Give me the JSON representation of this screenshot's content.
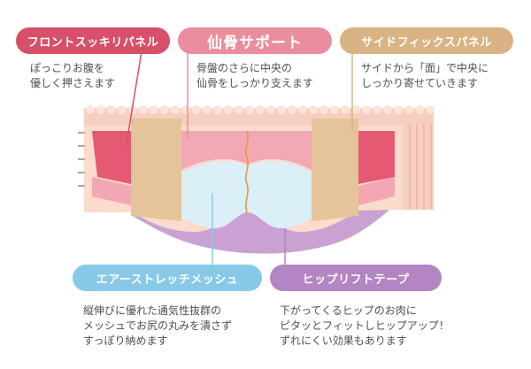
{
  "colors": {
    "front": "#d84f69",
    "sacrum": "#ea8d9c",
    "side": "#d9b383",
    "mesh": "#89c9e8",
    "hip": "#b385c2",
    "skin": "#f9d8c9",
    "pink_panel": "#e55a72",
    "tan_panel": "#e7c69d",
    "light_pink": "#f3a6b4",
    "light_blue": "#d9eef9",
    "lavender": "#caa4d4"
  },
  "labels": {
    "front": {
      "title": "フロントスッキリパネル",
      "lines": [
        "ぽっこりお腹を",
        "優しく押さえます"
      ]
    },
    "sacrum": {
      "title": "仙骨サポート",
      "lines": [
        "骨盤のさらに中央の",
        "仙骨をしっかり支えます"
      ]
    },
    "side": {
      "title": "サイドフィックスパネル",
      "lines": [
        "サイドから「面」で中央に",
        "しっかり寄せていきます"
      ]
    },
    "mesh": {
      "title": "エアーストレッチメッシュ",
      "lines": [
        "縦伸びに優れた通気性抜群の",
        "メッシュでお尻の丸みを潰さず",
        "すっぽり納めます"
      ]
    },
    "hip": {
      "title": "ヒップリフトテープ",
      "lines": [
        "下がってくるヒップのお肉に",
        "ピタッとフィットしヒップアップ！",
        "ずれにくい効果もあります"
      ]
    }
  }
}
